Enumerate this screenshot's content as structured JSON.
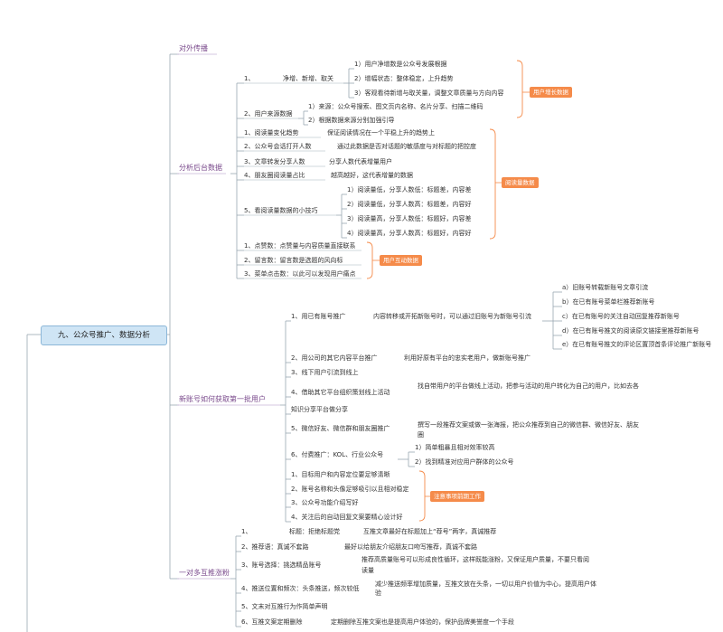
{
  "root": "九、公众号推广、数据分析",
  "branches": {
    "b1": "对外传播",
    "b2": "分析后台数据",
    "b3": "新账号如何获取第一批用户",
    "b4": "一对多互推涨粉"
  },
  "tags": {
    "growth": "用户增长数据",
    "reading": "阅读量数据",
    "interaction": "用户互动数据",
    "notes": "注意事项前期工作"
  },
  "analysis": {
    "s1": "1、",
    "s1b": "净增、新增、取关",
    "s1c1": "1）用户净增数是公众号发展根据",
    "s1c2": "2）增幅状态：整体稳定，上升趋势",
    "s1c3": "3）客观看待新增与取关量，调整文章质量与方向内容",
    "s2": "2、用户来源数据",
    "s2c1": "1）来源：公众号搜索、图文页内名称、名片分享、扫描二维码",
    "s2c2": "2）根据数据来源分别加强引导",
    "r1": "1、阅读量变化趋势",
    "r1d": "保证阅读情况在一个平稳上升的趋势上",
    "r2": "2、公众号会话打开人数",
    "r2d": "通过此数据是否对话题的敏感度与对标题的把控度",
    "r3": "3、文章转发分享人数",
    "r3d": "分享人数代表增量用户",
    "r4": "4、朋友圈阅读量占比",
    "r4d": "越高越好，这代表增量的数据",
    "r5": "5、看阅读量数据的小技巧",
    "r5c1": "1）阅读量低，分享人数低：标题差，内容差",
    "r5c2": "2）阅读量低，分享人数高：标题差，内容好",
    "r5c3": "3）阅读量高，分享人数低：标题好，内容差",
    "r5c4": "4）阅读量高，分享人数高：标题好，内容好",
    "i1": "1、点赞数：点赞量与内容质量直接联系",
    "i2": "2、留言数：留言数是选题的风向标",
    "i3": "3、菜单点击数：以此可以发现用户痛点"
  },
  "newacct": {
    "n1": "1、用已有账号推广",
    "n1d": "内容转移或开拓新账号时，可以通过旧账号为新账号引流",
    "n1a": "a）旧账号转载新账号文章引流",
    "n1b": "b）在已有账号菜单栏推荐新账号",
    "n1c": "c）在已有账号的关注自动回复推荐新账号",
    "n1dd": "d）在已有账号推文的阅读原文链接里推荐新账号",
    "n1e": "e）在已有账号推文的评论区置顶首条评论推广新账号",
    "n2": "2、用公司的其它内容平台推广",
    "n2d": "利用好原有平台的忠实老用户，做新账号推广",
    "n3": "3、线下用户引流到线上",
    "n4": "4、借助其它平台组织策划线上活动",
    "n4d1": "找自带用户的平台做线上活动，把参与活动的用户转化为自己的用户，比如去各",
    "n4d2": "知识分享平台做分享",
    "n5": "5、微信好友、微信群和朋友圈推广",
    "n5d1": "撰写一段推荐文案或做一张海报，把公众推荐到自己的微信群、微信好友、朋友",
    "n5d2": "圈",
    "n6": "6、付费推广：KOL、行业公众号",
    "n6c1": "1）简单粗暴且相对效率较高",
    "n6c2": "2）找到精准对应用户群体的公众号",
    "p1": "1、目标用户和内容定位要足够清晰",
    "p2": "2、账号名称和头像足够吸引以且相对稳定",
    "p3": "3、公众号功能介绍写好",
    "p4": "4、关注后的自动回复文案要精心设计好"
  },
  "mutual": {
    "m1": "1、",
    "m1b": "标题：拒绝标题党",
    "m1d": "互推文章最好在标题加上“荐号”两字，真诚推荐",
    "m2": "2、推荐语：真诚不套路",
    "m2d": "最好以给朋友介绍朋友口吻写推荐，真诚不套路",
    "m3": "3、账号选择：挑选精品账号",
    "m3d1": "推荐高质量账号可以形成良性循环，这样既能涨粉，又保证用户质量，不要只看阅",
    "m3d2": "读量",
    "m4": "4、推送位置和频次：头条推送，频次较低",
    "m4d1": "减少推送频率增加质量，互推文放在头条，一切以用户价值为中心，提高用户体",
    "m4d2": "验",
    "m5": "5、文末对互推行为作简单声明",
    "m6": "6、互推文案定期删除",
    "m6d": "定期删除互推文案也是提高用户体验的，保护品牌美誉度一个手段"
  }
}
